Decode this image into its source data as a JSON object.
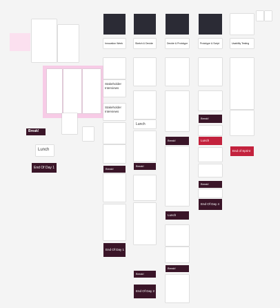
{
  "board": {
    "day_headers": [
      {
        "label": "Innovation Week",
        "col": "Day 1"
      },
      {
        "label": "Sketch & Decide",
        "col": "Day 2"
      },
      {
        "label": "Decide & Prototype",
        "col": "Day 3"
      },
      {
        "label": "Prototype & Script",
        "col": "Day 4"
      },
      {
        "label": "Usability Testing",
        "col": "Day 5"
      }
    ],
    "labels": {
      "stakeholder_1": "Stakeholder Interviews",
      "stakeholder_2": "Stakeholder Interviews",
      "lunch": "Lunch",
      "break": "Break!",
      "end_day_1_left": "End Of Day 1",
      "end_day_1": "End Of Day 1",
      "end_day_2": "End Of Day 2",
      "end_day_4": "End Of Day 4",
      "end_sprint": "End of Sprint"
    },
    "colors": {
      "accent": "#c3223d",
      "maroon": "#3a1528",
      "dark": "#2b2b35",
      "pink": "#f7cbe6"
    }
  }
}
